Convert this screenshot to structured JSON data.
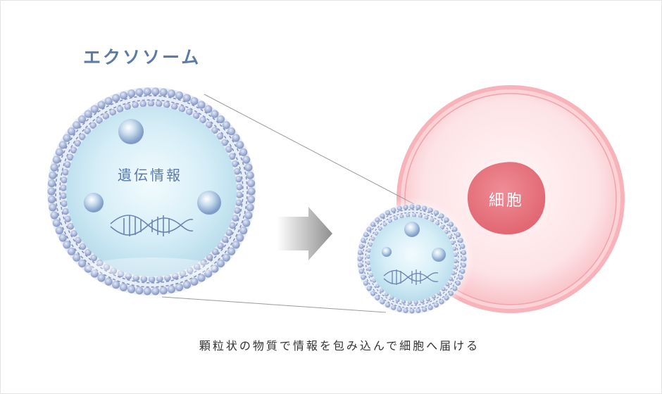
{
  "diagram": {
    "title": "エクソソーム",
    "exosome_label": "遺伝情報",
    "cell_label": "細胞",
    "caption": "顆粒状の物質で情報を包み込んで細胞へ届ける"
  },
  "colors": {
    "title": "#5b7aa6",
    "membrane": "#7f93bf",
    "bead": "#9aa8d3",
    "exosome_fill": "#cfe9f4",
    "cell_outer": "#f4a4ab",
    "cell_inner": "#fde8ea",
    "nucleus": "#e7747f",
    "caption": "#333333",
    "arrow": "#9c9c9c"
  }
}
